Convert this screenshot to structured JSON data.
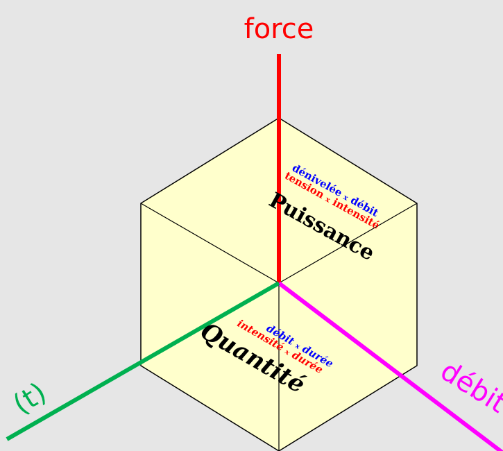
{
  "axes": {
    "force": "force",
    "flow": "débit",
    "time": "(t)"
  },
  "faces": {
    "power": {
      "title": "Puissance",
      "formula_1": {
        "a": "dénivelée",
        "op": "x",
        "b": "débit"
      },
      "formula_2": {
        "a": "tension",
        "op": "x",
        "b": "intensité"
      }
    },
    "quantity": {
      "title": "Quantité",
      "formula_1": {
        "a": "débit",
        "op": "x",
        "b": "durée"
      },
      "formula_2": {
        "a": "intensité",
        "op": "x",
        "b": "durée"
      }
    }
  },
  "colors": {
    "background": "#e6e6e6",
    "cube_fill": "#ffffcc",
    "force_axis": "#ff0000",
    "flow_axis": "#ff00ff",
    "time_axis": "#00b050",
    "formula_1": "#0000ff",
    "formula_2": "#ff0000"
  }
}
